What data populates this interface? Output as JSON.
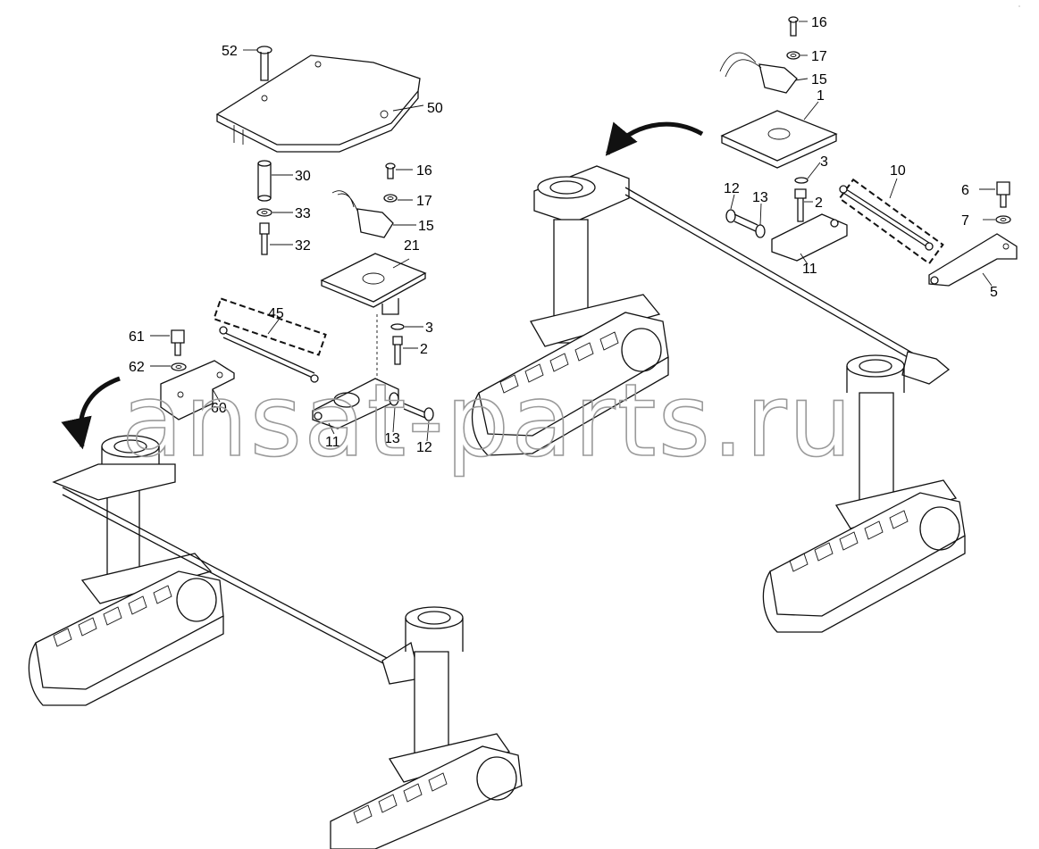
{
  "diagram": {
    "watermark": "ansat-parts.ru",
    "corner_mark": "°"
  },
  "callouts": [
    {
      "id": "c52a",
      "text": "52"
    },
    {
      "id": "c50",
      "text": "50"
    },
    {
      "id": "c30",
      "text": "30"
    },
    {
      "id": "c33",
      "text": "33"
    },
    {
      "id": "c32",
      "text": "32"
    },
    {
      "id": "c16a",
      "text": "16"
    },
    {
      "id": "c17a",
      "text": "17"
    },
    {
      "id": "c15a",
      "text": "15"
    },
    {
      "id": "c21",
      "text": "21"
    },
    {
      "id": "c45",
      "text": "45"
    },
    {
      "id": "c3a",
      "text": "3"
    },
    {
      "id": "c2a",
      "text": "2"
    },
    {
      "id": "c61",
      "text": "61"
    },
    {
      "id": "c62",
      "text": "62"
    },
    {
      "id": "c60",
      "text": "60"
    },
    {
      "id": "c11a",
      "text": "11"
    },
    {
      "id": "c13a",
      "text": "13"
    },
    {
      "id": "c12a",
      "text": "12"
    },
    {
      "id": "c16b",
      "text": "16"
    },
    {
      "id": "c17b",
      "text": "17"
    },
    {
      "id": "c15b",
      "text": "15"
    },
    {
      "id": "c1",
      "text": "1"
    },
    {
      "id": "c3b",
      "text": "3"
    },
    {
      "id": "c10",
      "text": "10"
    },
    {
      "id": "c6",
      "text": "6"
    },
    {
      "id": "c12b",
      "text": "12"
    },
    {
      "id": "c13b",
      "text": "13"
    },
    {
      "id": "c2b",
      "text": "2"
    },
    {
      "id": "c7",
      "text": "7"
    },
    {
      "id": "c11b",
      "text": "11"
    },
    {
      "id": "c5",
      "text": "5"
    }
  ]
}
